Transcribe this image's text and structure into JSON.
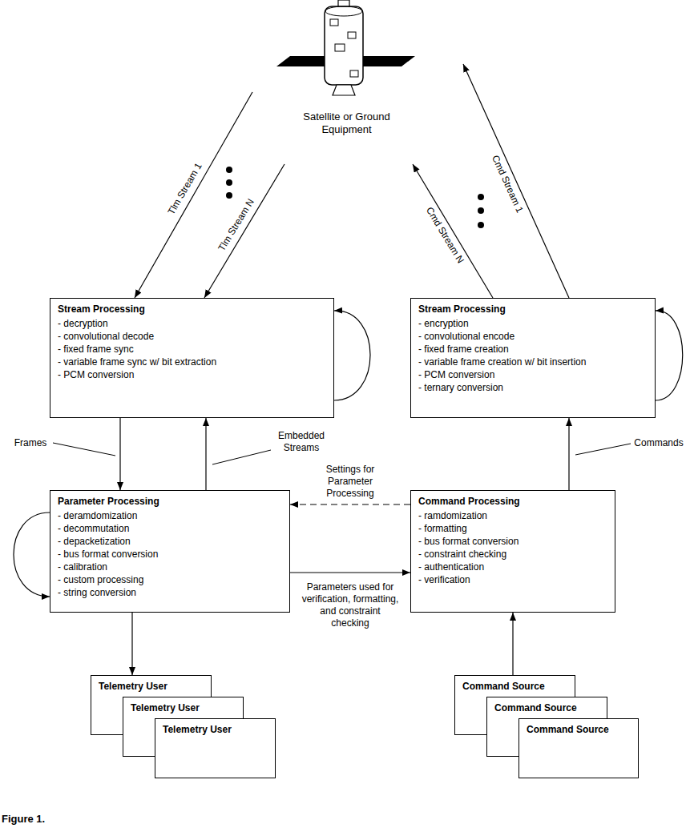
{
  "diagram": {
    "caption": "Figure 1.",
    "nodes": [
      {
        "text": [
          "Satellite or Ground Equipment"
        ]
      },
      {
        "text": [
          "Stream Processing",
          "- decryption",
          "- convolutional decode",
          "- fixed frame sync",
          "- variable frame sync w/ bit extraction",
          "- PCM conversion"
        ]
      },
      {
        "text": [
          "Stream Processing",
          "- encryption",
          "- convolutional encode",
          "- fixed frame creation",
          "- variable frame creation w/ bit insertion",
          "- PCM conversion",
          "- ternary conversion"
        ]
      },
      {
        "text": [
          "Parameter Processing",
          "- deramdomization",
          "- decommutation",
          "- depacketization",
          "- bus format conversion",
          "- calibration",
          "- custom processing",
          "- string conversion"
        ]
      },
      {
        "text": [
          "Command Processing",
          "- ramdomization",
          "- formatting",
          "- bus format conversion",
          "- constraint checking",
          "- authentication",
          "- verification"
        ]
      },
      {
        "text": [
          "Telemetry User"
        ]
      },
      {
        "text": [
          "Telemetry User"
        ]
      },
      {
        "text": [
          "Telemetry User"
        ]
      },
      {
        "text": [
          "Command Source"
        ]
      },
      {
        "text": [
          "Command Source"
        ]
      },
      {
        "text": [
          "Command Source"
        ]
      }
    ],
    "edges": [
      {
        "from": 0,
        "to": 1,
        "label": "Tlm Stream 1",
        "arrow": "to"
      },
      {
        "from": 0,
        "to": 1,
        "label": "Tlm Stream N",
        "arrow": "to"
      },
      {
        "from": 2,
        "to": 0,
        "label": "Cmd Stream 1",
        "arrow": "to"
      },
      {
        "from": 2,
        "to": 0,
        "label": "Cmd Stream N",
        "arrow": "to"
      },
      {
        "from": 1,
        "to": 1,
        "arrow": "to"
      },
      {
        "from": 1,
        "to": 3,
        "label": "Frames",
        "arrow": "to"
      },
      {
        "from": 3,
        "to": 1,
        "label": "Embedded Streams",
        "arrow": "to"
      },
      {
        "from": 3,
        "to": 3,
        "arrow": "to"
      },
      {
        "from": 4,
        "to": 3,
        "label": "Settings for Parameter Processing",
        "arrow": "to"
      },
      {
        "from": 3,
        "to": 4,
        "label": "Parameters used for verification, formatting, and constraint checking",
        "arrow": "to"
      },
      {
        "from": 4,
        "to": 2,
        "label": "Commands",
        "arrow": "to"
      },
      {
        "from": 2,
        "to": 2,
        "arrow": "to"
      },
      {
        "from": 3,
        "to": 5,
        "arrow": "to"
      },
      {
        "from": 8,
        "to": 4,
        "arrow": "to"
      }
    ]
  }
}
